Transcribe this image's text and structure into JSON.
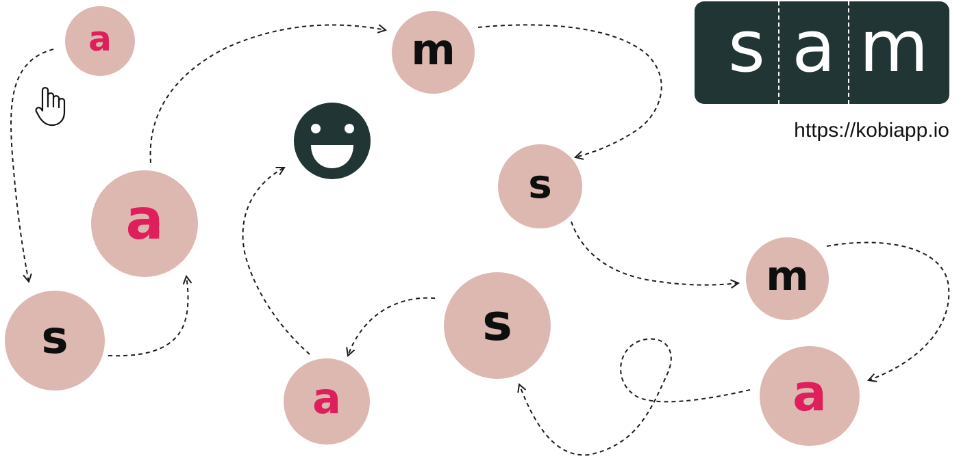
{
  "bubbles": [
    {
      "letter": "a",
      "color": "#de1f5c"
    },
    {
      "letter": "a",
      "color": "#de1f5c"
    },
    {
      "letter": "s",
      "color": "#0e0e0e"
    },
    {
      "letter": "m",
      "color": "#0e0e0e"
    },
    {
      "letter": "s",
      "color": "#0e0e0e"
    },
    {
      "letter": "m",
      "color": "#0e0e0e"
    },
    {
      "letter": "s",
      "color": "#0e0e0e"
    },
    {
      "letter": "a",
      "color": "#de1f5c"
    },
    {
      "letter": "a",
      "color": "#de1f5c"
    }
  ],
  "logo": {
    "letters": [
      "s",
      "a",
      "m"
    ],
    "background": "#213535"
  },
  "url": "https://kobiapp.io",
  "icons": [
    "pointing-hand-icon",
    "smiley-face-icon",
    "dashed-arrow-icon"
  ],
  "colors": {
    "bubble": "#dcb8b1",
    "accent": "#de1f5c",
    "dark": "#213535"
  }
}
